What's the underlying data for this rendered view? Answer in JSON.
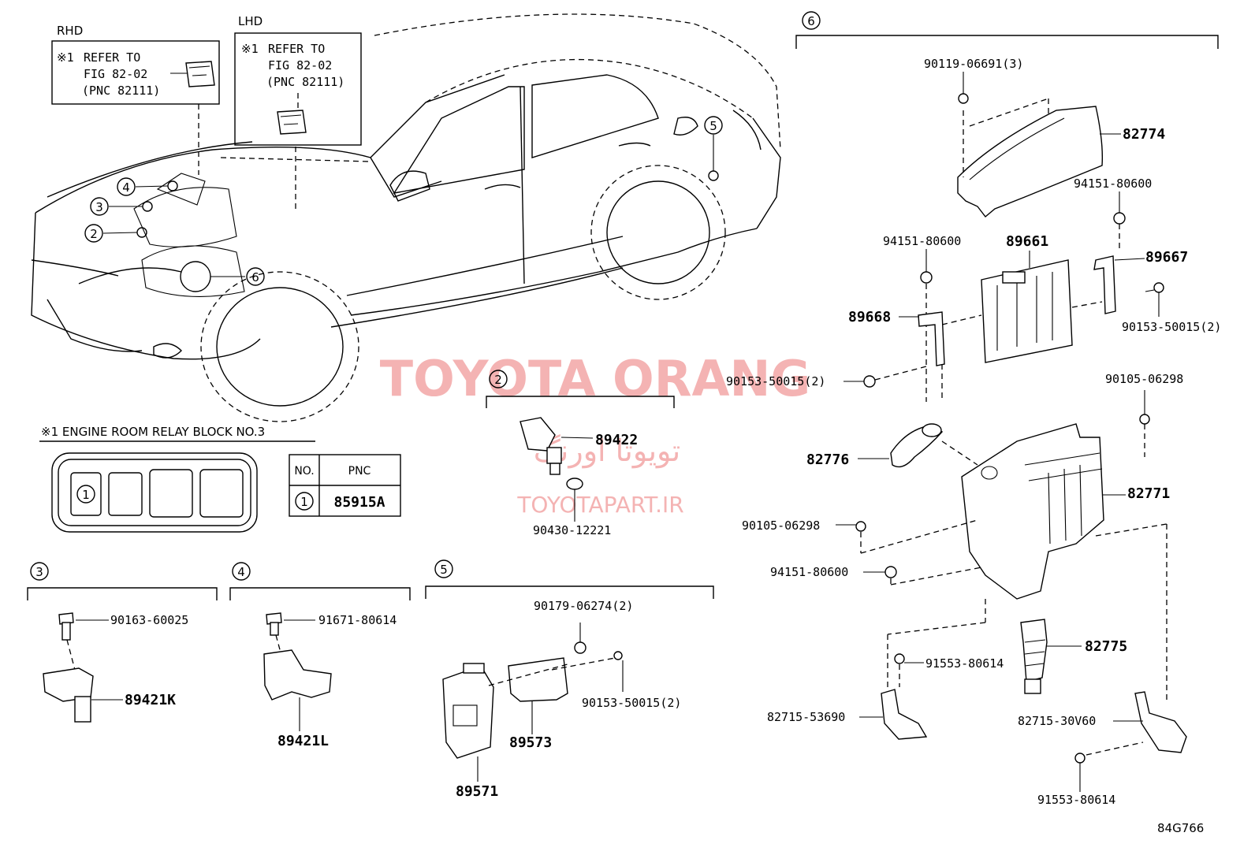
{
  "header": {
    "rhd": "RHD",
    "lhd": "LHD"
  },
  "refer_note": {
    "mark": "※1",
    "line1": "REFER TO",
    "line2": "FIG 82-02",
    "line3": "(PNC 82111)"
  },
  "callouts": {
    "c2": "2",
    "c3": "3",
    "c4": "4",
    "c5": "5",
    "c6": "6"
  },
  "relay_block": {
    "title": "※1 ENGINE ROOM RELAY BLOCK  NO.3",
    "slot1": "1",
    "table": {
      "col_no": "NO.",
      "col_pnc": "PNC",
      "row_no": "1",
      "row_pnc": "85915A"
    }
  },
  "watermark": {
    "brand": "TOYOTA ORANG",
    "persian": "تویوتا اورنگ",
    "site": "TOYOTAPART.IR"
  },
  "parts": {
    "p89422": "89422",
    "p90430": "90430-12221",
    "p90163": "90163-60025",
    "p89421K": "89421K",
    "p91671": "91671-80614",
    "p89421L": "89421L",
    "p90179": "90179-06274(2)",
    "p90153_g5": "90153-50015(2)",
    "p89573": "89573",
    "p89571": "89571",
    "p90119": "90119-06691(3)",
    "p82774": "82774",
    "p94151_a": "94151-80600",
    "p94151_b": "94151-80600",
    "p89661": "89661",
    "p89667": "89667",
    "p89668": "89668",
    "p90153_r": "90153-50015(2)",
    "p90153_l": "90153-50015(2)",
    "p90105_a": "90105-06298",
    "p90105_b": "90105-06298",
    "p82776": "82776",
    "p82771": "82771",
    "p94151_c": "94151-80600",
    "p91553_a": "91553-80614",
    "p82775": "82775",
    "p82715_a": "82715-53690",
    "p82715_b": "82715-30V60",
    "p91553_b": "91553-80614"
  },
  "figure_code": "84G766",
  "colors": {
    "watermark": "#f4b3b3",
    "line": "#000000"
  }
}
